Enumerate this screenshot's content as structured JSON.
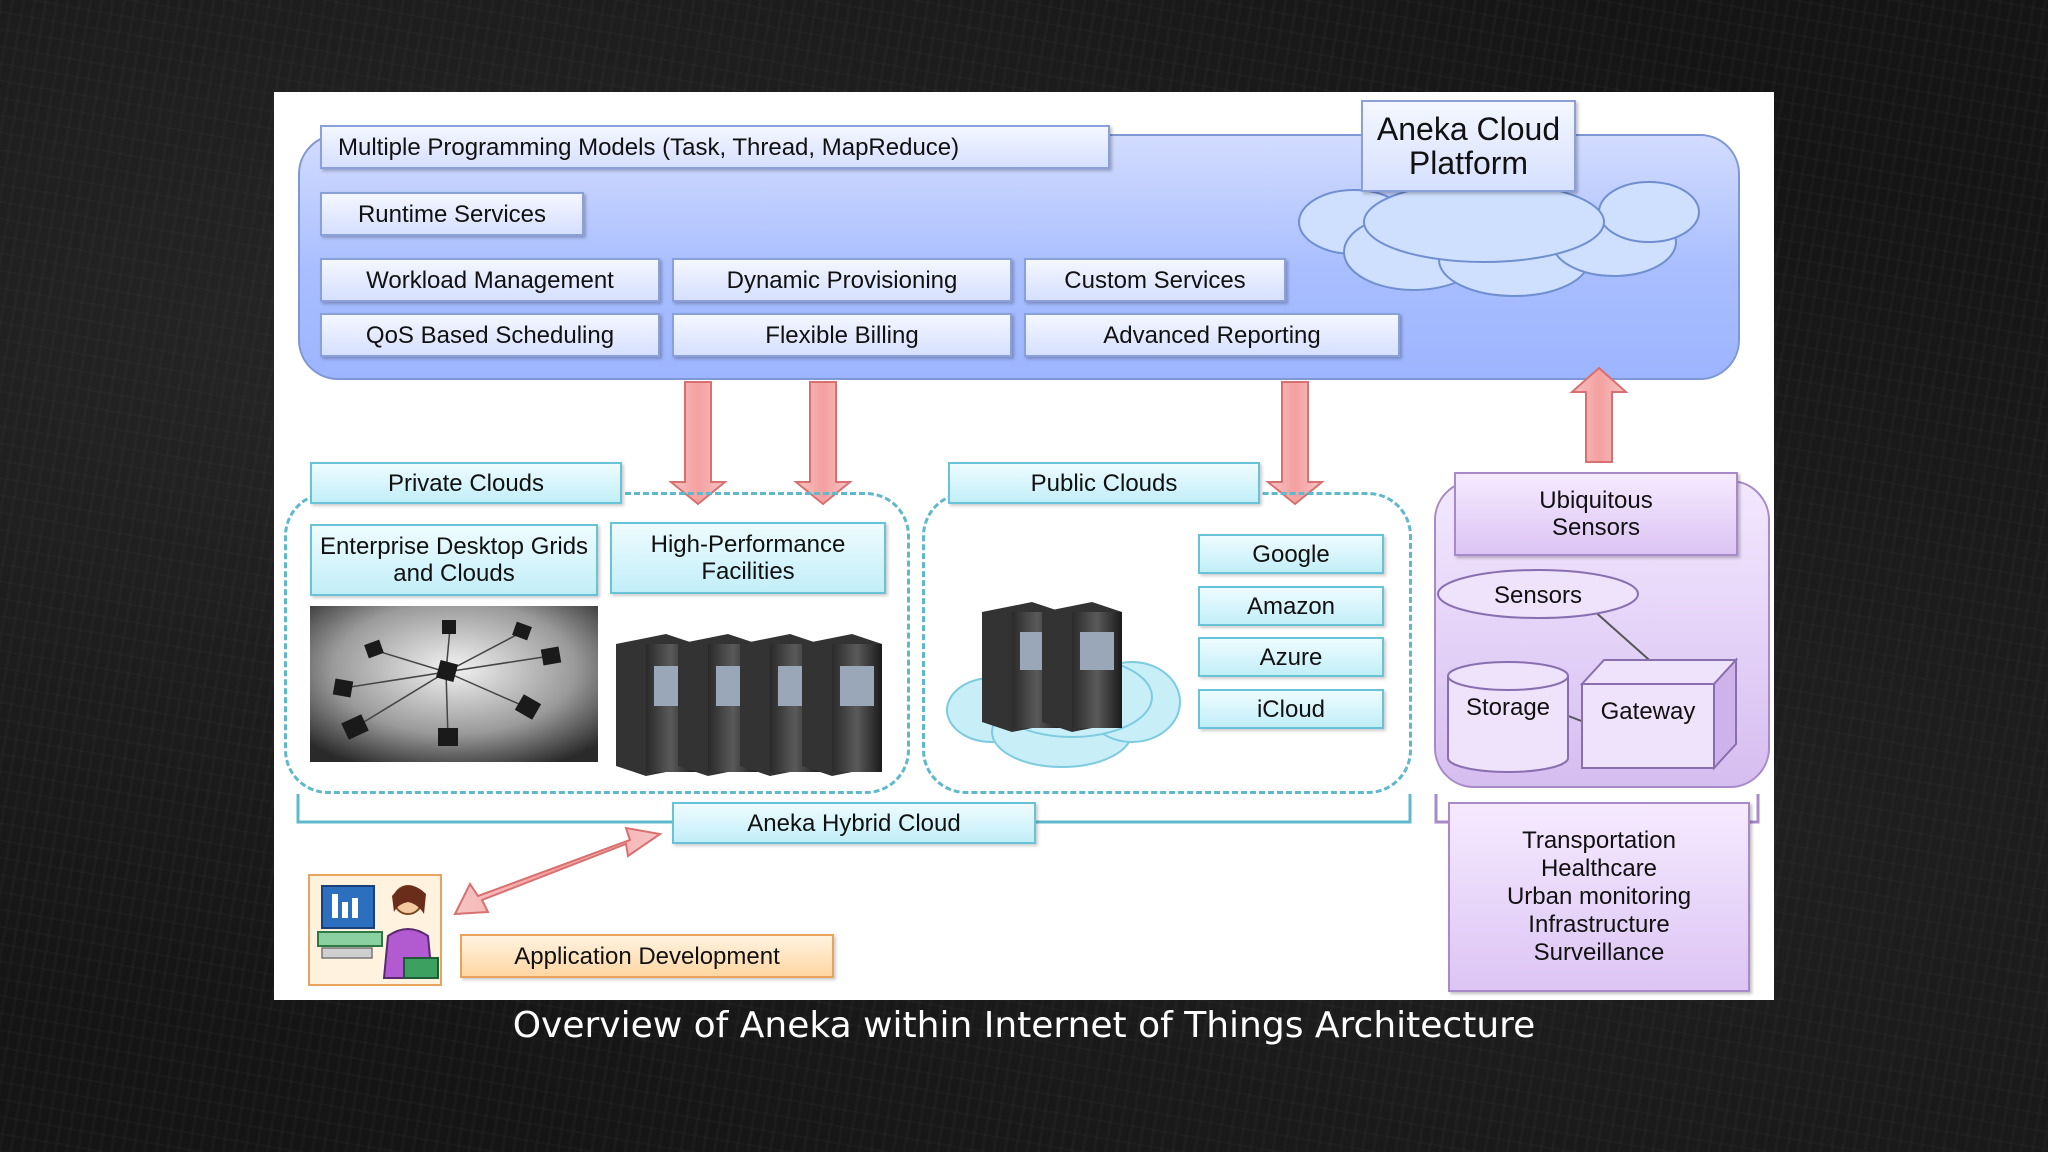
{
  "platform": {
    "title": "Aneka Cloud Platform",
    "programming_models": "Multiple Programming Models (Task, Thread, MapReduce)",
    "runtime_services": "Runtime Services",
    "services": {
      "workload": "Workload Management",
      "provisioning": "Dynamic Provisioning",
      "custom": "Custom Services",
      "qos": "QoS Based Scheduling",
      "billing": "Flexible Billing",
      "reporting": "Advanced Reporting"
    }
  },
  "private_clouds": {
    "label": "Private Clouds",
    "enterprise": "Enterprise Desktop Grids and Clouds",
    "hpc": "High-Performance Facilities"
  },
  "public_clouds": {
    "label": "Public Clouds",
    "providers": [
      "Google",
      "Amazon",
      "Azure",
      "iCloud"
    ]
  },
  "sensors": {
    "ubiquitous": "Ubiquitous Sensors",
    "sensors": "Sensors",
    "storage": "Storage",
    "gateway": "Gateway",
    "applications": [
      "Transportation",
      "Healthcare",
      "Urban monitoring",
      "Infrastructure",
      "Surveillance"
    ]
  },
  "hybrid_cloud": "Aneka Hybrid Cloud",
  "app_development": "Application Development",
  "caption": "Overview of Aneka within Internet of Things Architecture",
  "colors": {
    "platform_blue": "#a9beff",
    "teal_border": "#5fb8cc",
    "purple": "#dcc4f4",
    "arrow_pink": "#f4a8a8",
    "orange": "#ffd6a3"
  }
}
